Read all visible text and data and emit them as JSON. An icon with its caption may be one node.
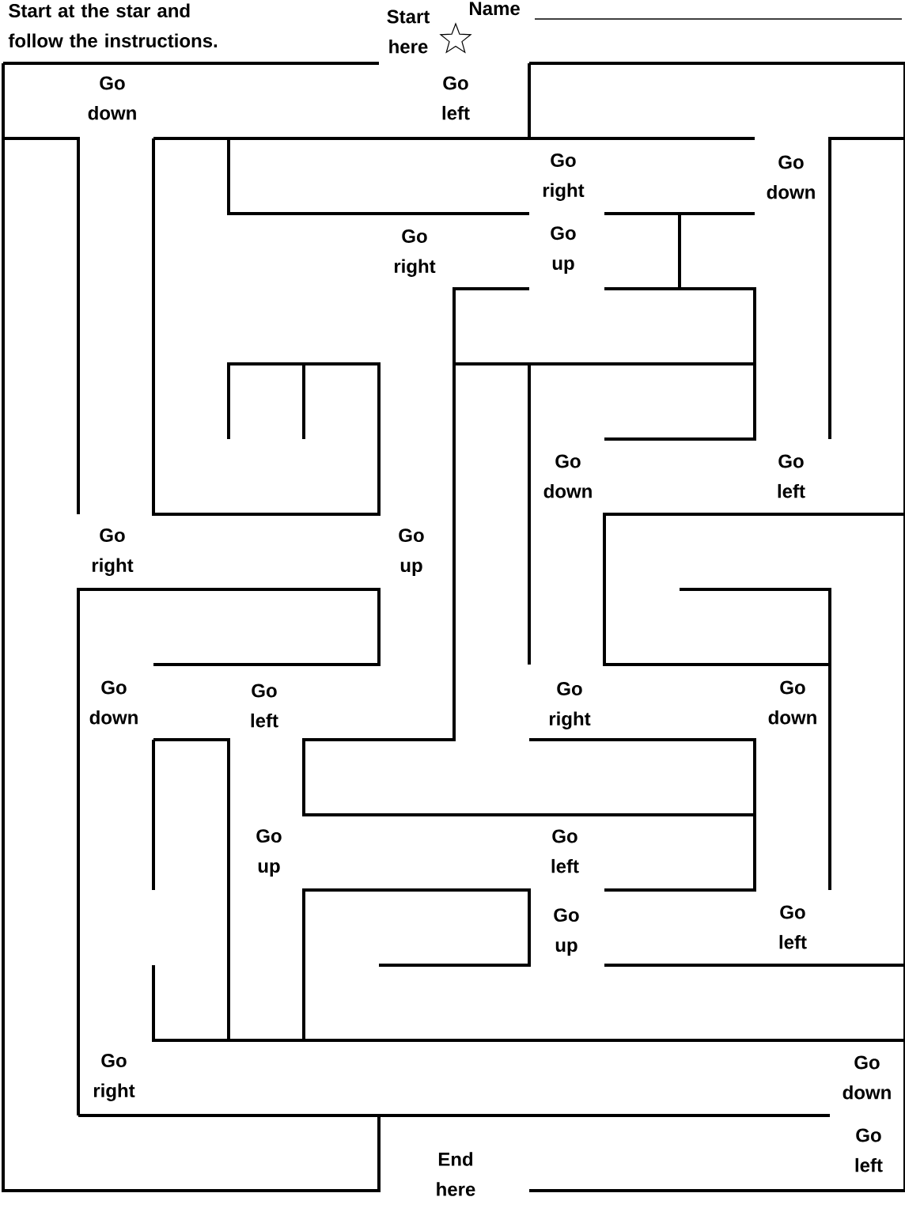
{
  "diagram": {
    "labels": [
      "Start at the star and follow the instructions.",
      "Start here",
      "Name",
      "Go down",
      "Go left",
      "Go right",
      "Go down",
      "Go right",
      "Go up",
      "Go down",
      "Go left",
      "Go right",
      "Go up",
      "Go down",
      "Go left",
      "Go right",
      "Go down",
      "Go up",
      "Go left",
      "Go up",
      "Go left",
      "Go right",
      "Go down",
      "Go left",
      "End here"
    ]
  }
}
